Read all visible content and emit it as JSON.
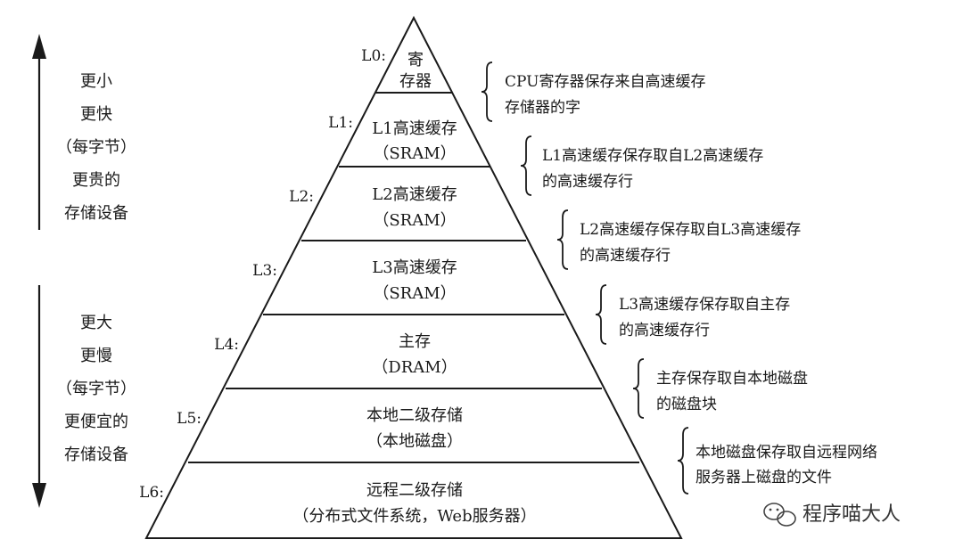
{
  "side_top": [
    "更小",
    "更快",
    "（每字节）",
    "更贵的",
    "存储设备"
  ],
  "side_bottom": [
    "更大",
    "更慢",
    "（每字节）",
    "更便宜的",
    "存储设备"
  ],
  "levels": [
    {
      "label": "L0:",
      "lines": [
        "寄",
        "存器"
      ],
      "desc": [
        "CPU寄存器保存来自高速缓存",
        "存储器的字"
      ]
    },
    {
      "label": "L1:",
      "lines": [
        "L1高速缓存",
        "（SRAM）"
      ],
      "desc": [
        "L1高速缓存保存取自L2高速缓存",
        "的高速缓存行"
      ]
    },
    {
      "label": "L2:",
      "lines": [
        "L2高速缓存",
        "（SRAM）"
      ],
      "desc": [
        "L2高速缓存保存取自L3高速缓存",
        "的高速缓存行"
      ]
    },
    {
      "label": "L3:",
      "lines": [
        "L3高速缓存",
        "（SRAM）"
      ],
      "desc": [
        "L3高速缓存保存取自主存",
        "的高速缓存行"
      ]
    },
    {
      "label": "L4:",
      "lines": [
        "主存",
        "（DRAM）"
      ],
      "desc": [
        "主存保存取自本地磁盘",
        "的磁盘块"
      ]
    },
    {
      "label": "L5:",
      "lines": [
        "本地二级存储",
        "（本地磁盘）"
      ],
      "desc": [
        "本地磁盘保存取自远程网络",
        "服务器上磁盘的文件"
      ]
    },
    {
      "label": "L6:",
      "lines": [
        "远程二级存储",
        "（分布式文件系统，Web服务器）"
      ],
      "desc": []
    }
  ],
  "watermark": "程序喵大人",
  "colors": {
    "ink": "#1a1a1a",
    "watermark": "#333333"
  }
}
